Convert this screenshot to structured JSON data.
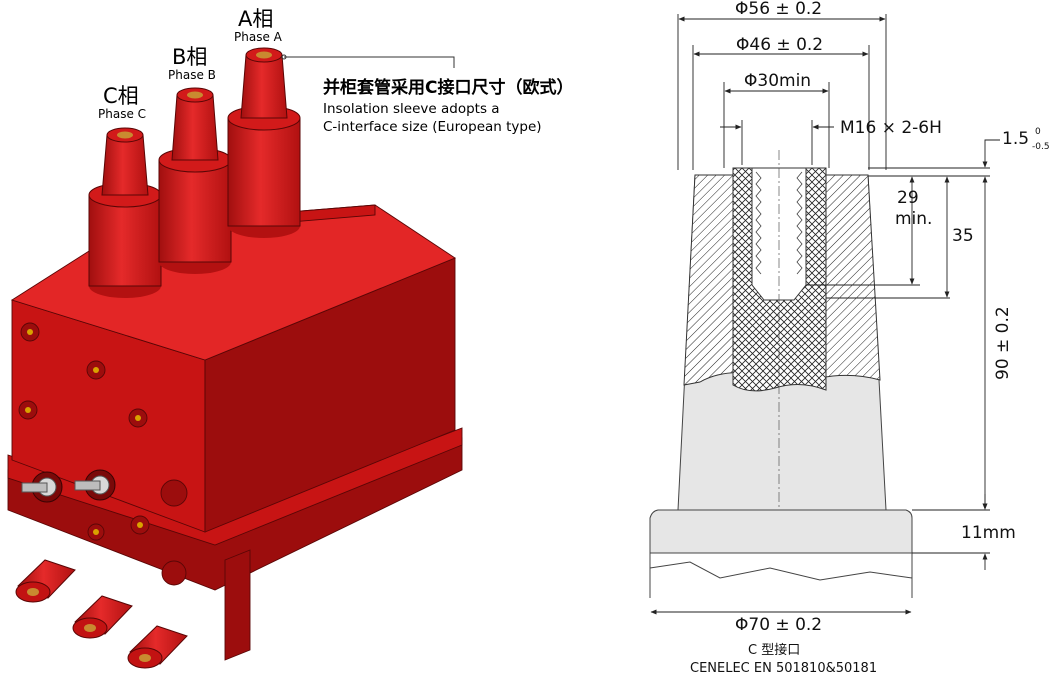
{
  "left_figure": {
    "phases": [
      {
        "cn": "A相",
        "en": "Phase A"
      },
      {
        "cn": "B相",
        "en": "Phase B"
      },
      {
        "cn": "C相",
        "en": "Phase C"
      }
    ],
    "note": {
      "cn": "并柜套管采用C接口尺寸（欧式）",
      "en_line1": "Insolation sleeve adopts a",
      "en_line2": "C-interface size (European type)"
    },
    "colors": {
      "body": "#d41515",
      "shadow": "#9c0d0d",
      "highlight": "#ee3333"
    }
  },
  "right_figure": {
    "dimensions": {
      "d56": "Φ56 ± 0.2",
      "d46": "Φ46 ± 0.2",
      "d30": "Φ30min",
      "thread": "M16 × 2-6H",
      "tol_main": "1.5",
      "tol_upper": "0",
      "tol_lower": "-0.5",
      "depth_29a": "29",
      "depth_29b": "min.",
      "depth_35": "35",
      "height_90": "90 ± 0.2",
      "flange_11": "11mm",
      "d70": "Φ70 ± 0.2"
    },
    "caption": {
      "cn": "C 型接口",
      "en": "CENELEC EN 501810&50181"
    }
  }
}
